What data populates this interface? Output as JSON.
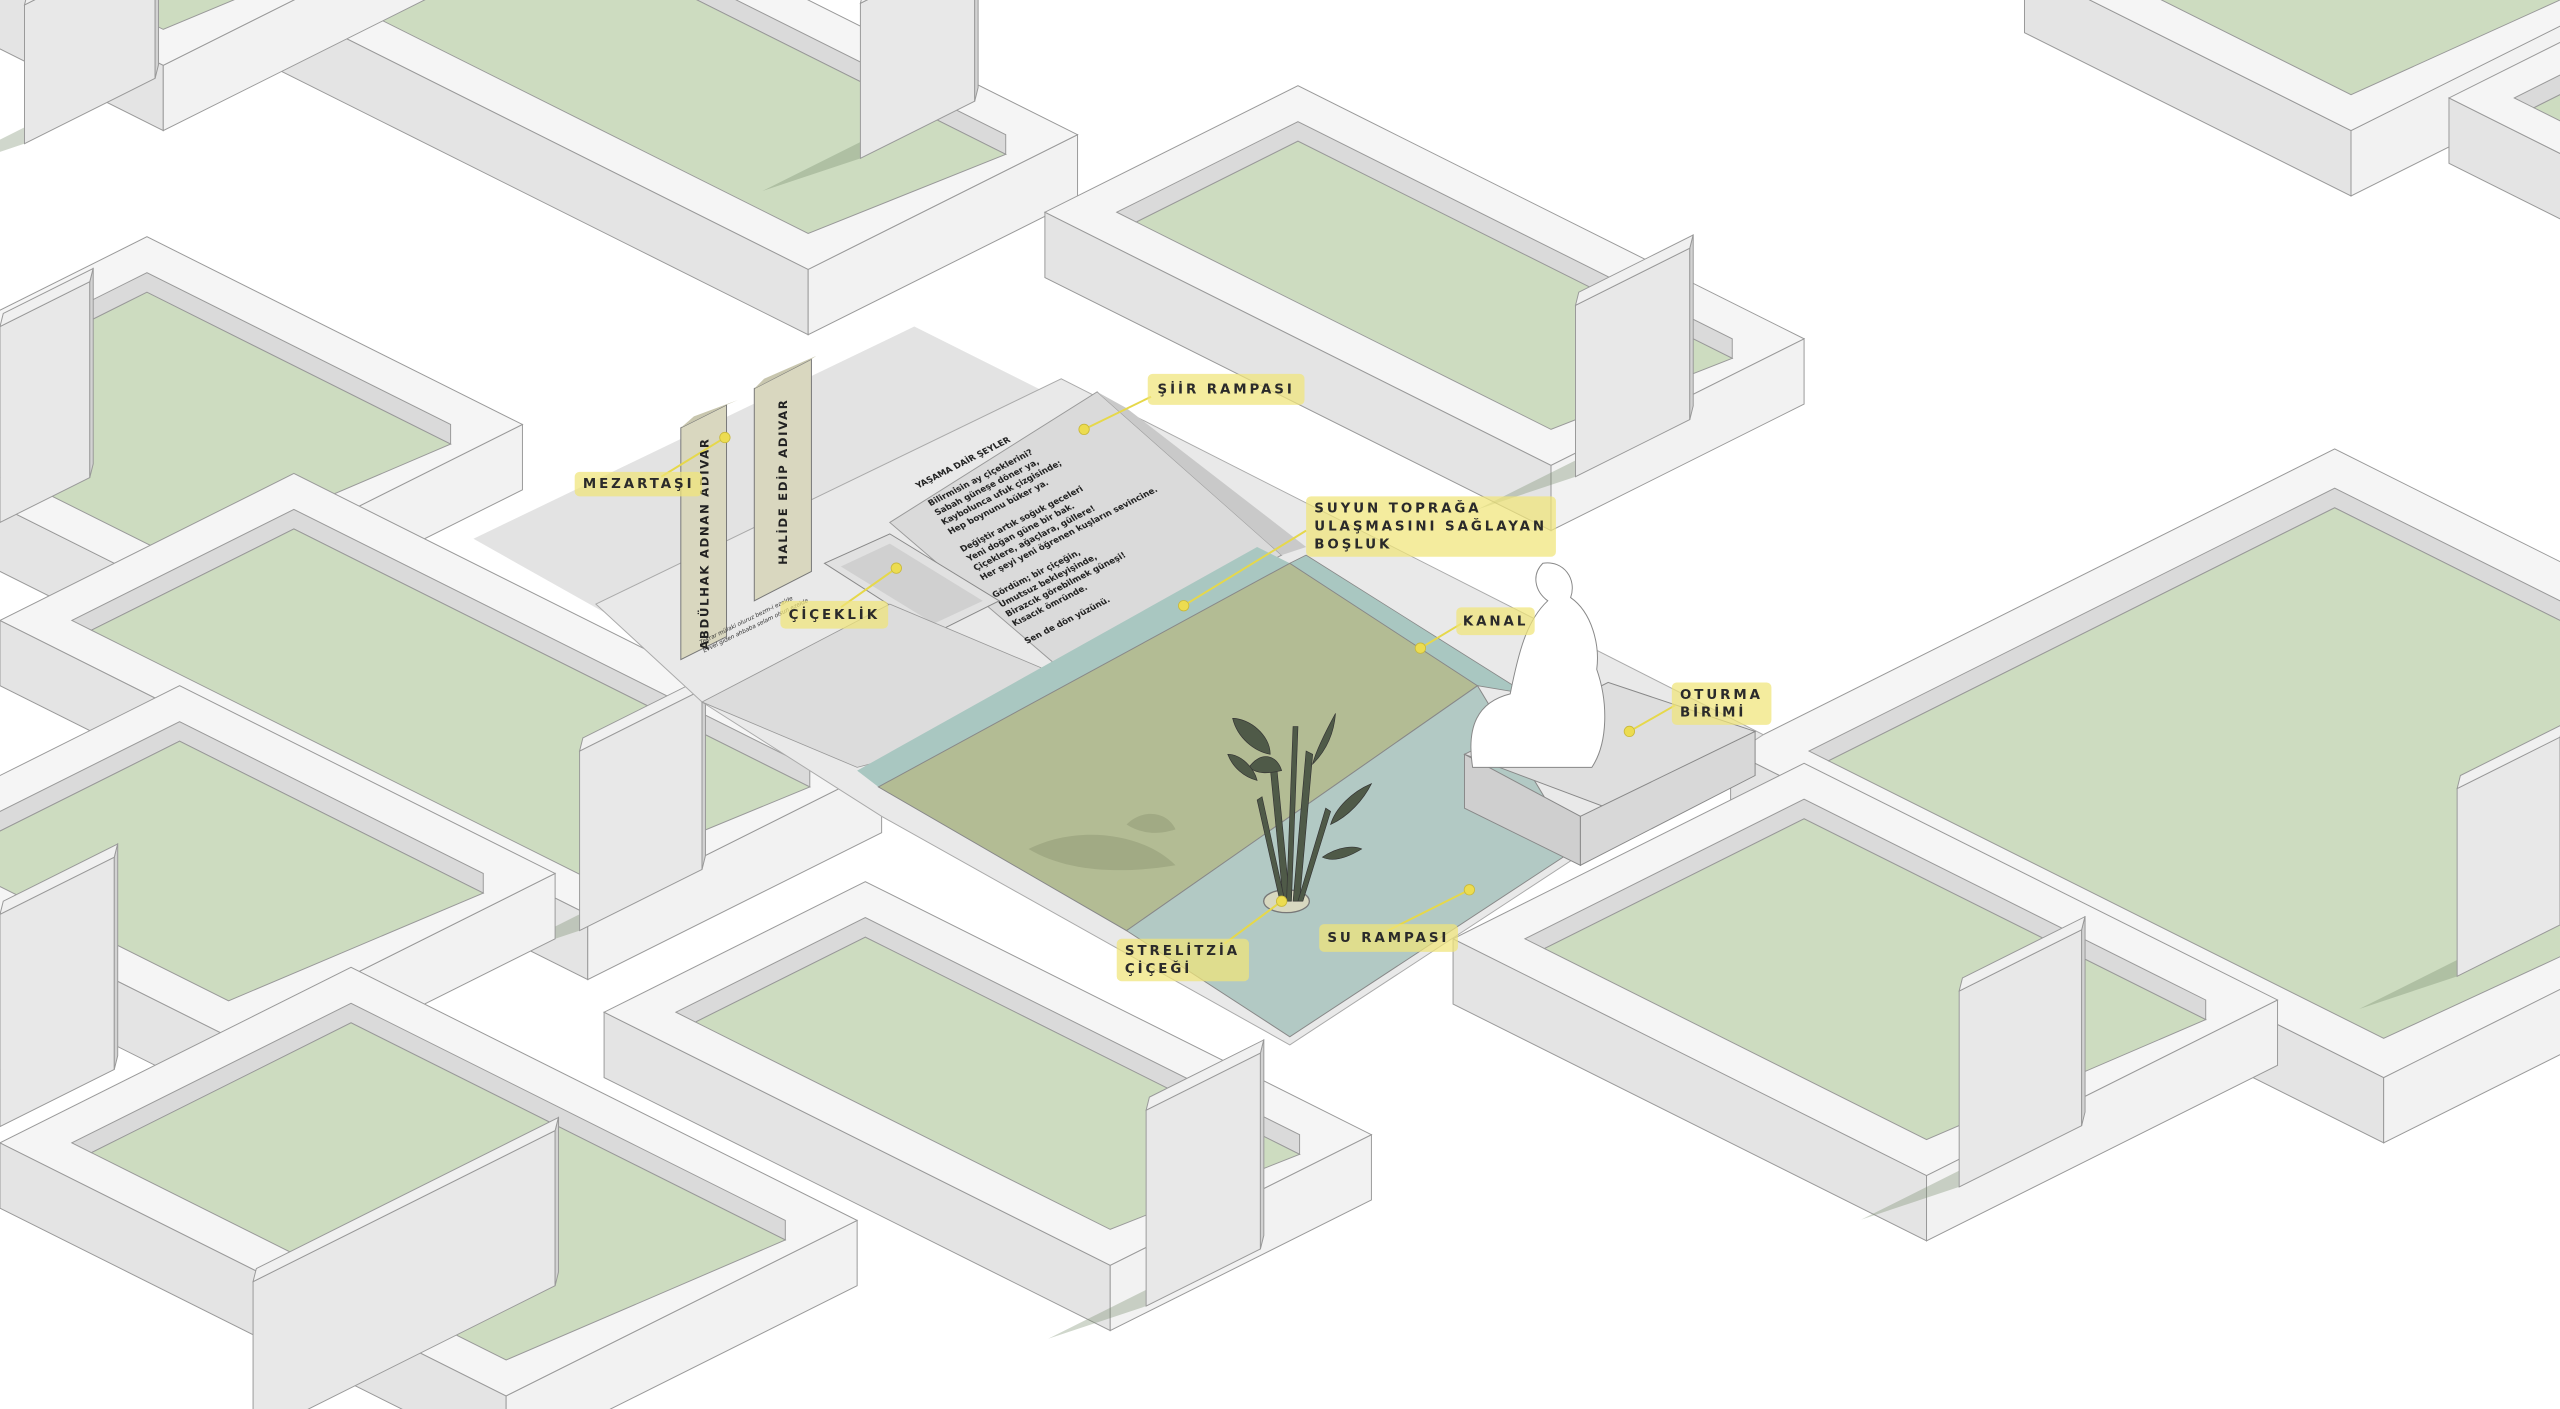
{
  "labels": {
    "mezartasi": "MEZARTAŞI",
    "siir_rampasi": "ŞİİR RAMPASI",
    "bosluk": "SUYUN TOPRAĞA\nULAŞMASINI SAĞLAYAN\nBOŞLUK",
    "kanal": "KANAL",
    "oturma": "OTURMA\nBİRİMİ",
    "ciceklik": "ÇİÇEKLİK",
    "strelitzia": "STRELİTZİA\nÇİÇEĞİ",
    "su_rampasi": "SU RAMPASI"
  },
  "tombstones": {
    "name_1": "ABDÜLHAK ADNAN ADIVAR",
    "name_2": "HALİDE EDİP ADIVAR",
    "epitaph_1": "Tekrar mülaki oluruz bezm-i ezelde",
    "epitaph_2": "Evvel giden ahbaba selam olsun ezelde"
  },
  "poem": {
    "title": "YAŞAMA DAİR ŞEYLER",
    "lines": [
      "Bilirmisin ay çiçeklerini?",
      "Sabah güneşe döner ya,",
      "Kaybolunca ufuk çizgisinde;",
      "Hep boynunu büker ya.",
      "Değiştir artık soğuk geceleri",
      "Yeni doğan güne bir bak.",
      "Çiçeklere, ağaçlara, güllere!",
      "Her şeyi yeni öğrenen kuşların sevincine.",
      "Gördüm; bir çiçeğin,",
      "Umutsuz bekleyişinde,",
      "Birazcık görebilmek güneşi!",
      "Kısacık ömründe.",
      "Sen de dön yüzünü."
    ]
  },
  "colors": {
    "label_bg": "#f0e478",
    "leader": "#e6d84a",
    "lawn": "#cddcc0",
    "plaza_lawn": "#b3bc94",
    "water": "#b2c9c4",
    "stone": "#d9d7bf"
  }
}
